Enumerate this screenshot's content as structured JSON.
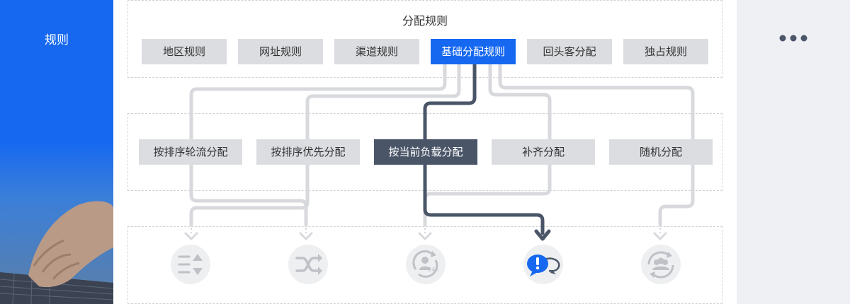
{
  "sidebar": {
    "title": "规则"
  },
  "rules_section": {
    "title": "分配规则",
    "tabs": [
      {
        "label": "地区规则"
      },
      {
        "label": "网址规则"
      },
      {
        "label": "渠道规则"
      },
      {
        "label": "基础分配规则",
        "active": true
      },
      {
        "label": "回头客分配"
      },
      {
        "label": "独占规则"
      }
    ]
  },
  "methods": [
    {
      "label": "按排序轮流分配"
    },
    {
      "label": "按排序优先分配"
    },
    {
      "label": "按当前负载分配",
      "active": true
    },
    {
      "label": "补齐分配"
    },
    {
      "label": "随机分配"
    }
  ],
  "result_icons": [
    {
      "icon": "sort-order-icon"
    },
    {
      "icon": "shuffle-icon"
    },
    {
      "icon": "24h-user-icon"
    },
    {
      "icon": "alert-chat-icon",
      "active": true
    },
    {
      "icon": "group-refresh-icon"
    }
  ],
  "colors": {
    "accent": "#1668f0",
    "active_dark": "#4a5568",
    "inactive": "#dcdde1"
  }
}
